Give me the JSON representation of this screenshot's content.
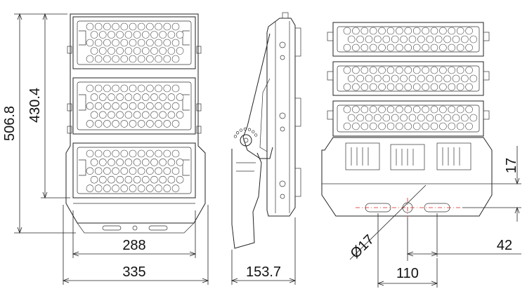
{
  "dimensions": {
    "front_total_height": "506.8",
    "front_module_height": "430.4",
    "front_module_width": "288",
    "front_total_width": "335",
    "side_depth": "153.7",
    "back_hole_diameter": "Ø17",
    "back_offset_vertical": "17",
    "back_offset_horizontal": "42",
    "back_hole_spacing": "110"
  },
  "colors": {
    "line": "#222222",
    "centerline": "#e02020",
    "background": "#ffffff"
  }
}
